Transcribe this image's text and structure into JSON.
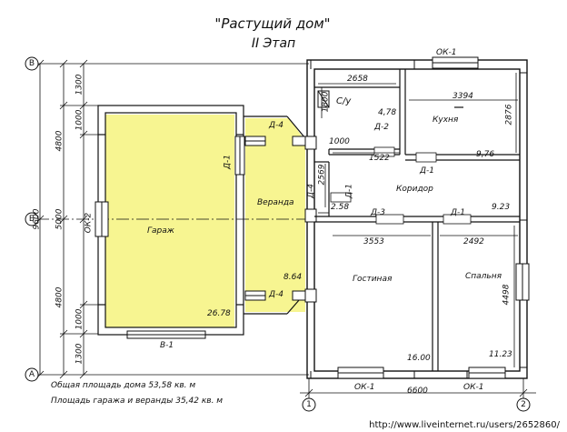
{
  "title": "\"Растущий дом\"",
  "subtitle": "II Этап",
  "rooms": {
    "su_label": "С/у",
    "kitchen_label": "Кухня",
    "corridor_label": "Коридор",
    "veranda_label": "Веранда",
    "garage_label": "Гараж",
    "living_label": "Гостиная",
    "bedroom_label": "Спальня"
  },
  "areas": {
    "su": "4,78",
    "kitchen": "9,76",
    "corridor": "9.23",
    "veranda": "8.64",
    "garage": "26.78",
    "living": "16.00",
    "bedroom": "11.23"
  },
  "openings": {
    "ok1_top": "ОК-1",
    "ok1_bottom_left": "ОК-1",
    "ok1_bottom_right": "ОК-1",
    "ok2": "ОК-2",
    "v1": "В-1",
    "d4_top": "Д-4",
    "d4_mid": "Д-4",
    "d4_bottom": "Д-4",
    "d1_veranda": "Д-1",
    "d1_corridor": "Д-1",
    "d1_kitchen": "Д-1",
    "d1_bedroom": "Д-1",
    "d2": "Д-2",
    "d3": "Д-3"
  },
  "dimensions": {
    "d2658": "2658",
    "d3394": "3394",
    "d1800": "1800",
    "d2876": "2876",
    "d1000_inner": "1000",
    "d1522": "1522",
    "d2569": "2569",
    "d2_58": "2.58",
    "d3553": "3553",
    "d2492": "2492",
    "d4498": "4498",
    "d6600": "6600",
    "left_1300_top": "1300",
    "left_1000_top": "1000",
    "left_4800_top": "4800",
    "left_5000": "5000",
    "left_9600": "9600",
    "left_4800_bottom": "4800",
    "left_1000_bottom": "1000",
    "left_1300_bottom": "1300"
  },
  "axes": {
    "v": "В",
    "b": "Б",
    "a": "А",
    "n1": "1",
    "n2": "2"
  },
  "notes": {
    "house_area": "Общая площадь дома 53,58 кв. м",
    "garage_area": "Площадь гаража и веранды 35,42 кв. м"
  },
  "watermark": "http://www.liveinternet.ru/users/2652860/",
  "colors": {
    "garage_fill": "#f7f591",
    "veranda_fill": "#f7f591",
    "line": "#111111"
  }
}
